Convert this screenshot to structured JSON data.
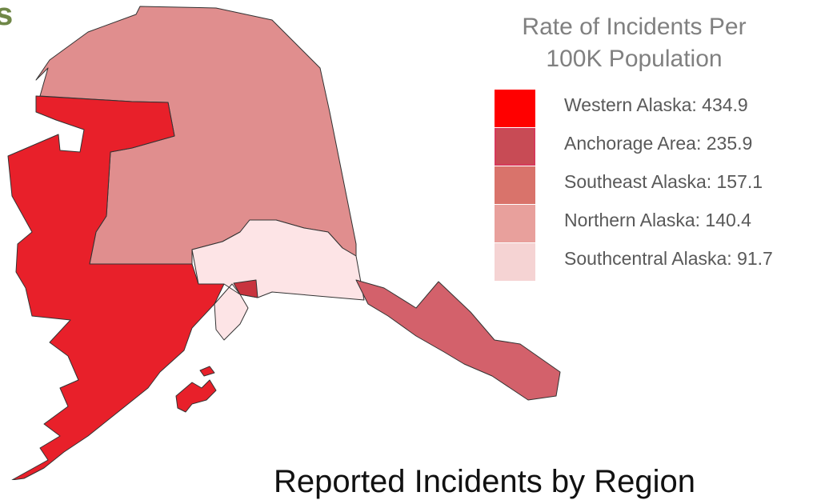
{
  "corner_fragment": "s",
  "legend": {
    "title_line1": "Rate of Incidents Per",
    "title_line2": "100K Population",
    "items": [
      {
        "label": "Western Alaska: 434.9",
        "color": "#ff0000"
      },
      {
        "label": "Anchorage Area: 235.9",
        "color": "#c84b55"
      },
      {
        "label": "Southeast Alaska: 157.1",
        "color": "#d9736b"
      },
      {
        "label": "Northern Alaska: 140.4",
        "color": "#e8a09c"
      },
      {
        "label": "Southcentral Alaska: 91.7",
        "color": "#f5d3d3"
      }
    ]
  },
  "map": {
    "regions": [
      {
        "name": "Northern Alaska",
        "color": "#e08e8e"
      },
      {
        "name": "Western Alaska",
        "color": "#e8202a"
      },
      {
        "name": "Southcentral Alaska",
        "color": "#fde4e6"
      },
      {
        "name": "Anchorage Area",
        "color": "#c8333e"
      },
      {
        "name": "Southeast Alaska",
        "color": "#d3616b"
      }
    ],
    "outline_color": "#333333"
  },
  "bottom_title": "Reported Incidents by Region"
}
